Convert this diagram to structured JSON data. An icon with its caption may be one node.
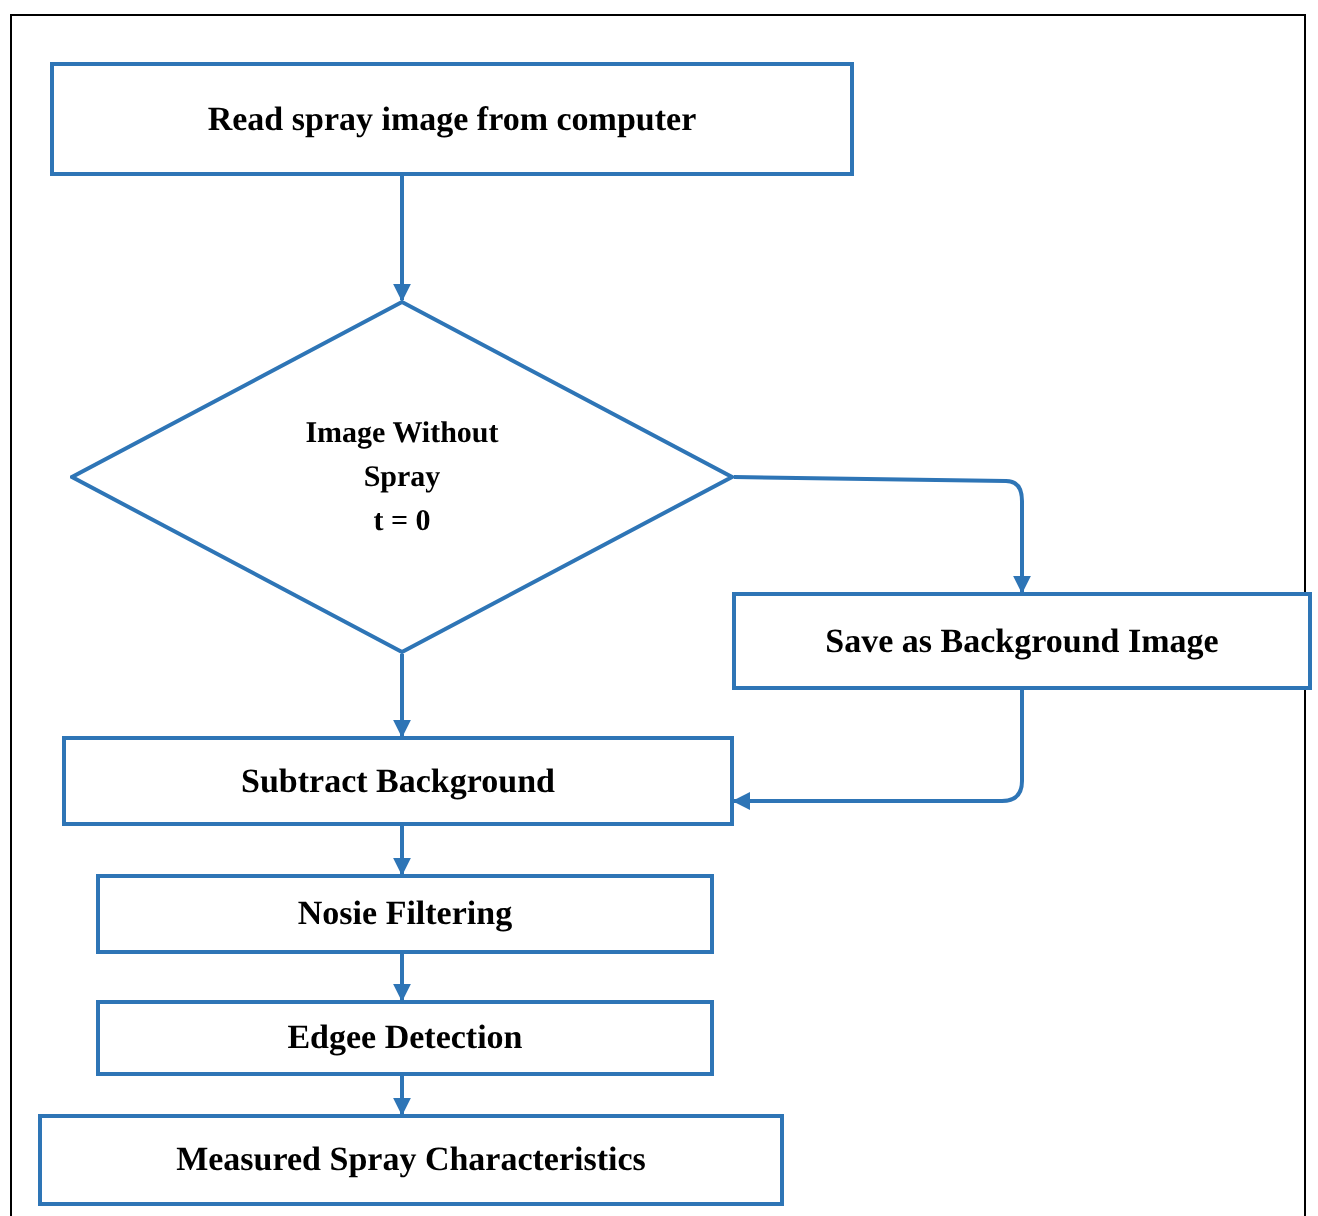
{
  "diagram": {
    "nodes": [
      {
        "text": [
          "Read spray image from computer"
        ]
      },
      {
        "text": [
          "Image Without Spray",
          "t = 0"
        ]
      },
      {
        "text": [
          "Save as Background Image"
        ]
      },
      {
        "text": [
          "Subtract Background"
        ]
      },
      {
        "text": [
          "Nosie Filtering"
        ]
      },
      {
        "text": [
          "Edgee Detection"
        ]
      },
      {
        "text": [
          "Measured Spray Characteristics"
        ]
      }
    ],
    "edges": [
      {
        "from": 0,
        "to": 1,
        "arrow": "to"
      },
      {
        "from": 1,
        "to": 2,
        "arrow": "to"
      },
      {
        "from": 1,
        "to": 3,
        "arrow": "to"
      },
      {
        "from": 2,
        "to": 3,
        "arrow": "to"
      },
      {
        "from": 3,
        "to": 4,
        "arrow": "to"
      },
      {
        "from": 4,
        "to": 5,
        "arrow": "to"
      },
      {
        "from": 5,
        "to": 6,
        "arrow": "to"
      }
    ]
  }
}
